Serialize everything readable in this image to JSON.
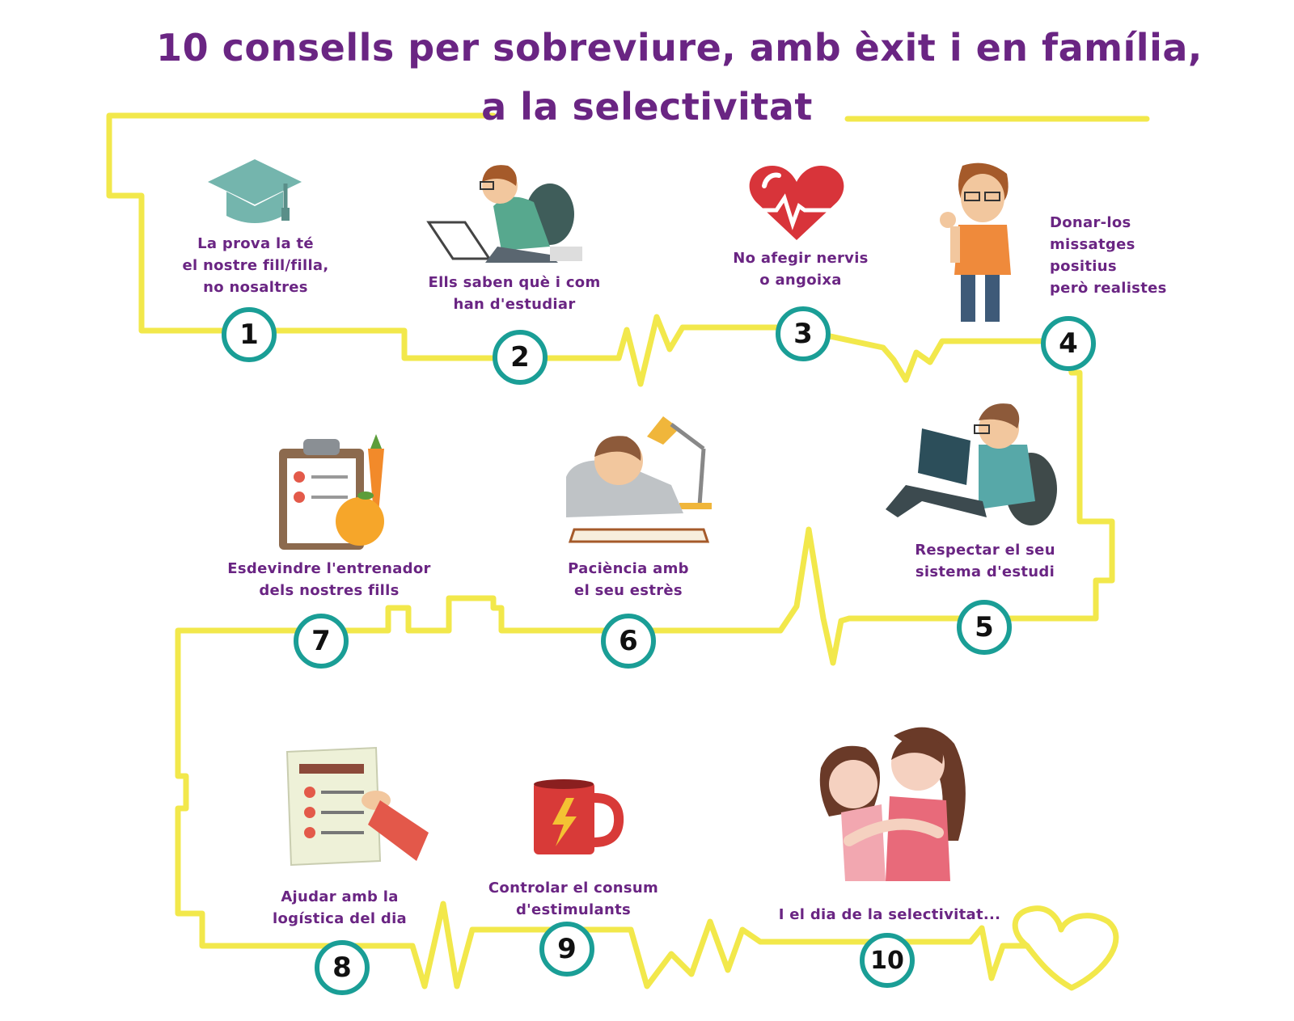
{
  "title": {
    "line1": "10 consells per sobreviure, amb èxit i en família,",
    "line2": "a la selectivitat"
  },
  "colors": {
    "title": "#6a2583",
    "path": "#f2e84b",
    "ring": "#1a9e96",
    "number": "#111111"
  },
  "steps": [
    {
      "number": "1",
      "caption": "La prova la té\nel nostre fill/filla,\nno nosaltres",
      "icon": "graduation-cap-icon"
    },
    {
      "number": "2",
      "caption": "Ells saben què i com\nhan d'estudiar",
      "icon": "student-laptop-icon"
    },
    {
      "number": "3",
      "caption": "No afegir nervis\no angoixa",
      "icon": "heartbeat-heart-icon"
    },
    {
      "number": "4",
      "caption": "Donar-los\nmissatges\npositius\nperò realistes",
      "icon": "thumbs-up-student-icon"
    },
    {
      "number": "5",
      "caption": "Respectar el seu\nsistema d'estudi",
      "icon": "student-reading-icon"
    },
    {
      "number": "6",
      "caption": "Paciència amb\nel seu estrès",
      "icon": "tired-student-lamp-icon"
    },
    {
      "number": "7",
      "caption": "Esdevindre l'entrenador\ndels nostres fills",
      "icon": "clipboard-fruit-icon"
    },
    {
      "number": "8",
      "caption": "Ajudar amb la\nlogística del dia",
      "icon": "checklist-hand-icon"
    },
    {
      "number": "9",
      "caption": "Controlar el consum\nd'estimulants",
      "icon": "energy-mug-icon"
    },
    {
      "number": "10",
      "caption": "I el dia de la selectivitat...",
      "icon": "hug-icon"
    }
  ]
}
